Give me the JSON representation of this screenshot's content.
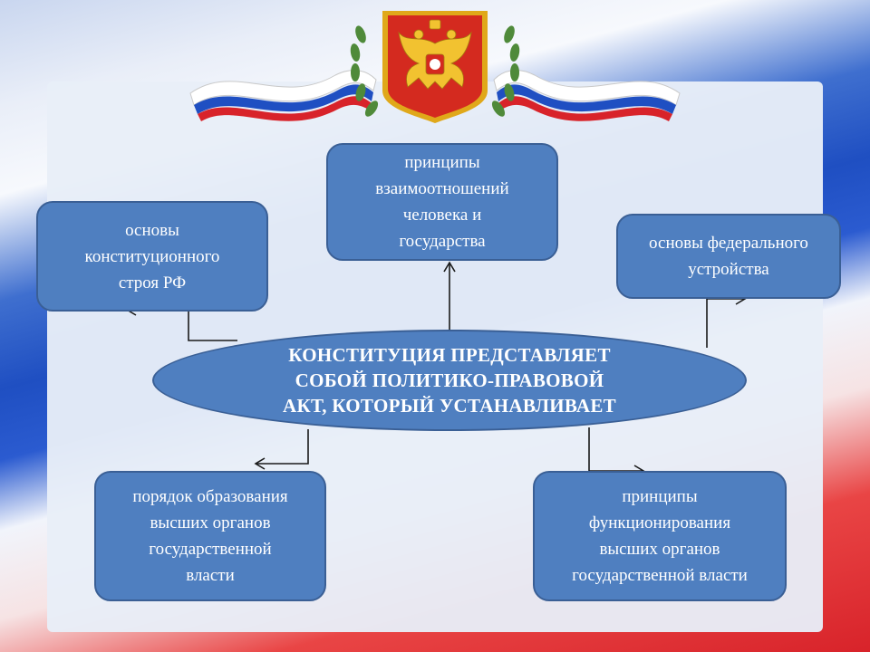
{
  "center": {
    "text": "КОНСТИТУЦИЯ ПРЕДСТАВЛЯЕТ\nСОБОЙ ПОЛИТИКО-ПРАВОВОЙ\nАКТ, КОТОРЫЙ УСТАНАВЛИВАЕТ"
  },
  "boxes": {
    "top_left": "основы\nконституционного\nстроя РФ",
    "top_center": "принципы\nвзаимоотношений\nчеловека и\nгосударства",
    "top_right": "основы федерального\nустройства",
    "bottom_left": "порядок образования\nвысших органов\nгосударственной\nвласти",
    "bottom_right": "принципы\nфункционирования\nвысших органов\nгосударственной власти"
  },
  "colors": {
    "box_fill": "#4f7fc0",
    "box_border": "#3a5f95",
    "flag_white": "#ffffff",
    "flag_blue": "#1f4fc2",
    "flag_red": "#d8232a",
    "emblem_gold": "#e0a81a"
  },
  "icons": {
    "emblem": "russian-coat-of-arms-icon",
    "ribbon": "tricolor-ribbon-icon"
  }
}
